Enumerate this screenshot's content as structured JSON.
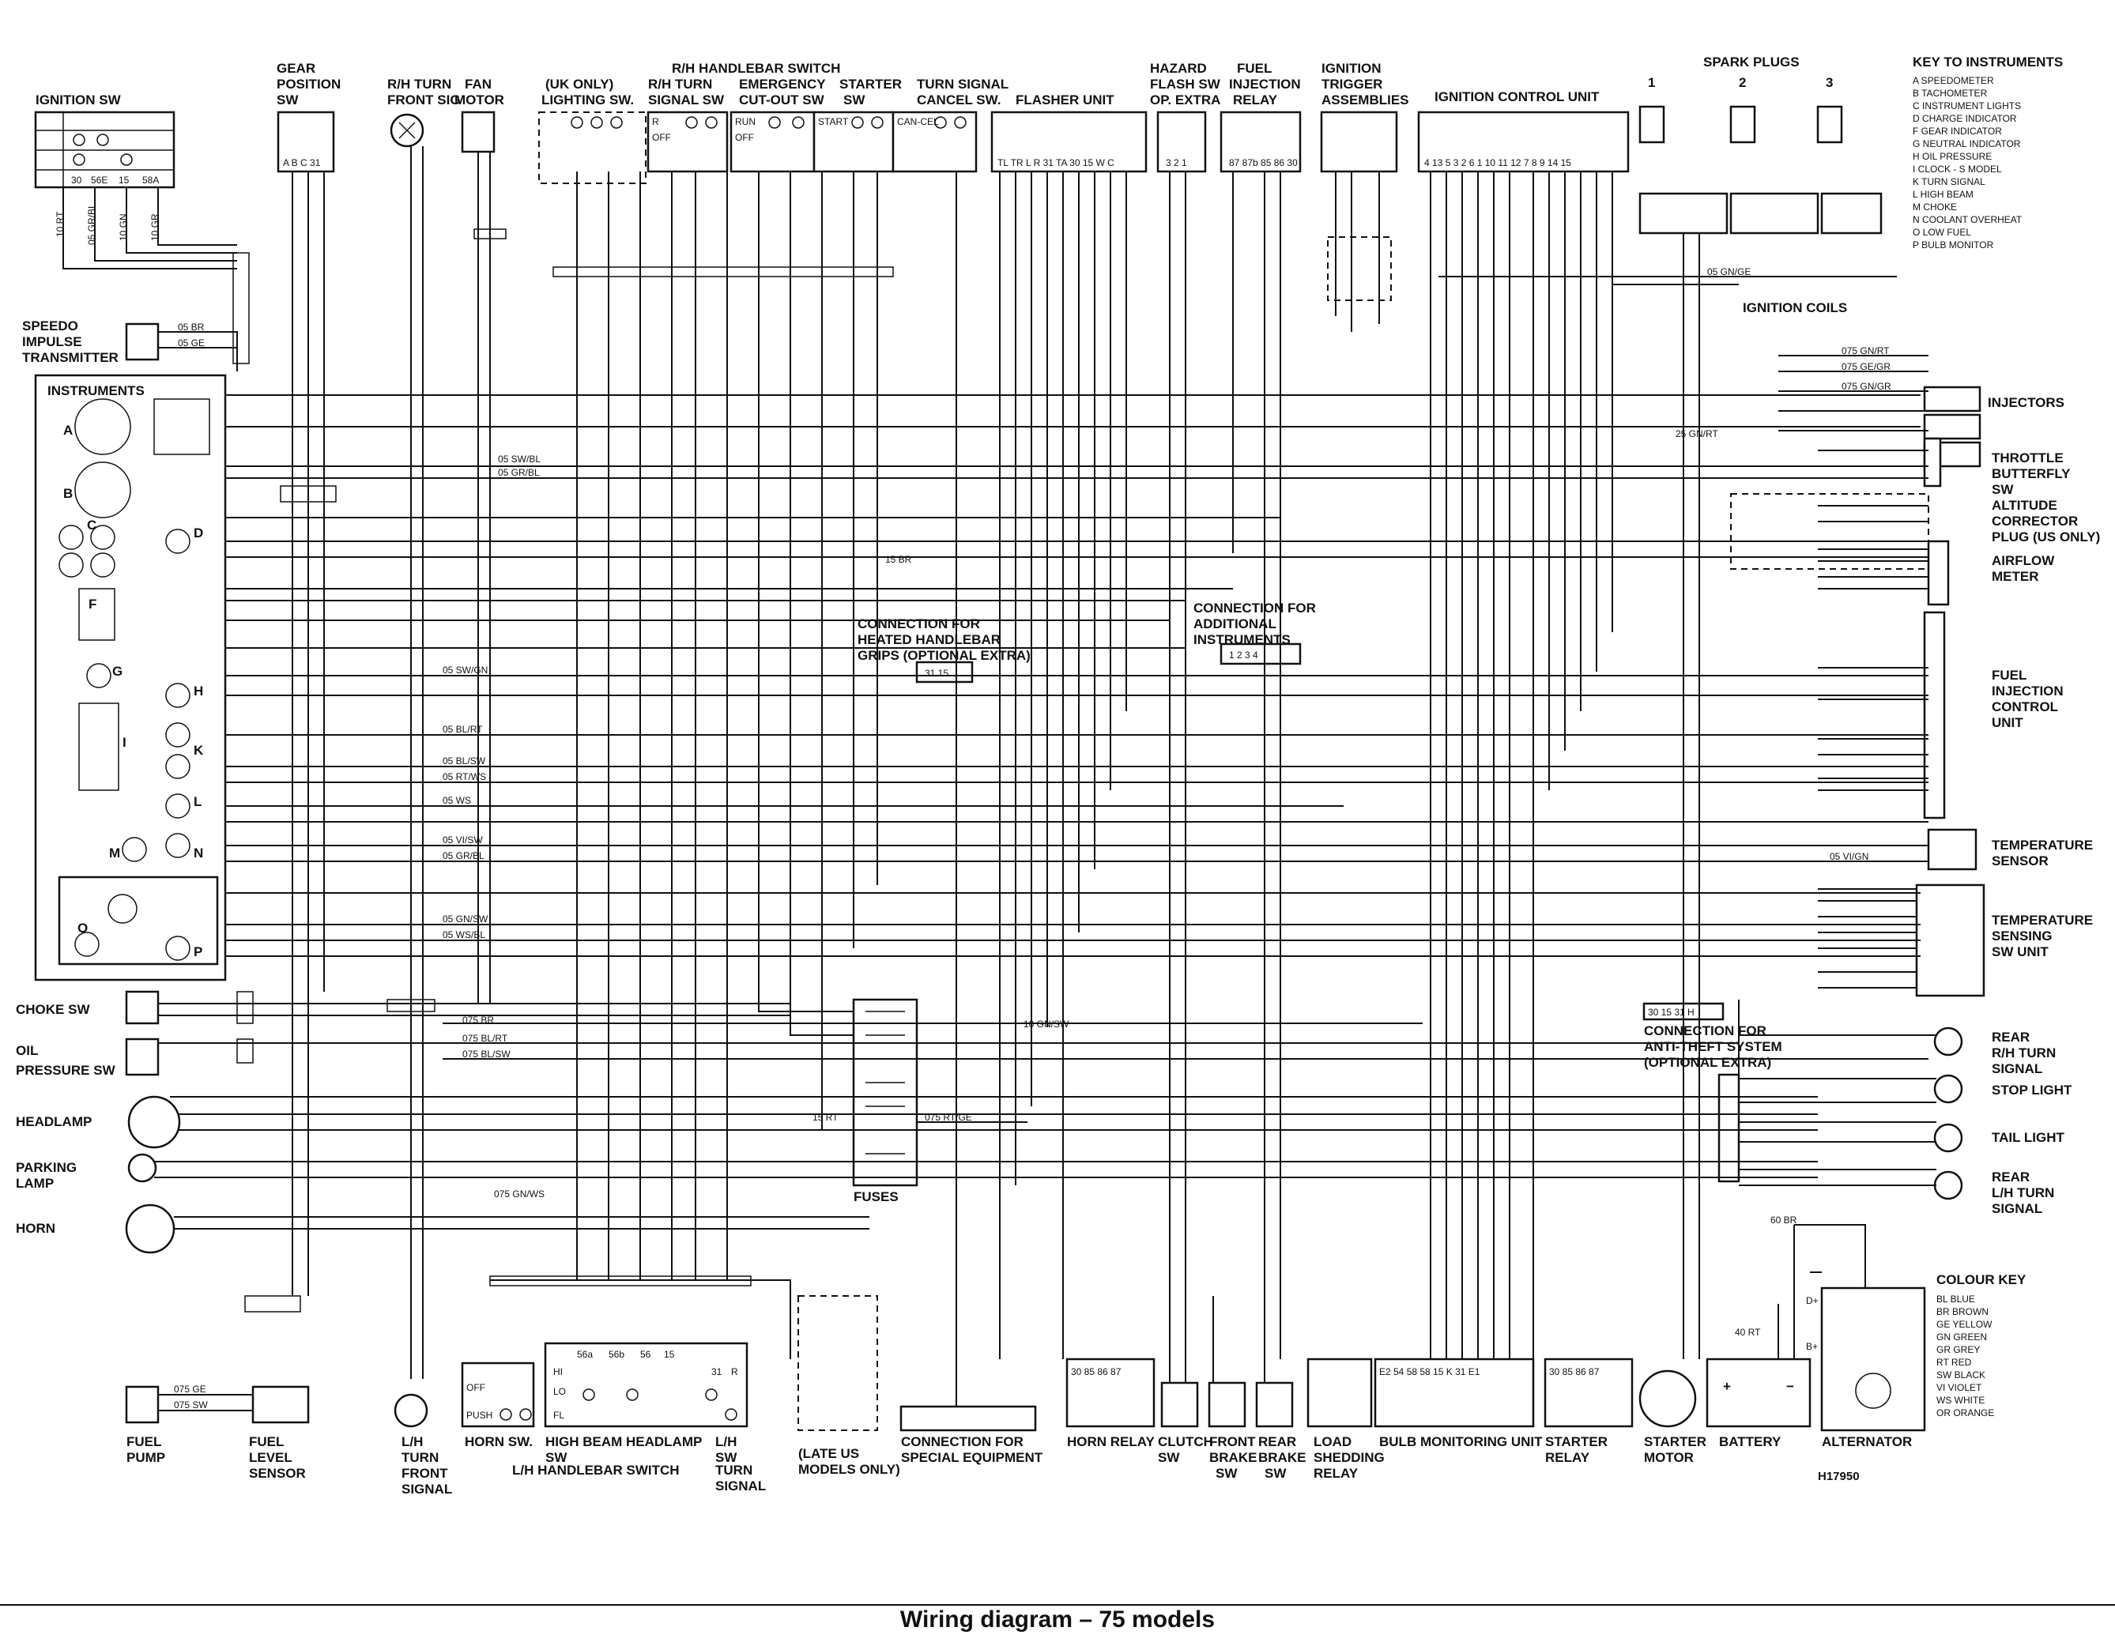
{
  "caption": "Wiring diagram – 75 models",
  "reference": "H17950",
  "labels": {
    "ignition_sw": "IGNITION SW",
    "gear_position_sw": "GEAR POSITION SW",
    "rh_turn_front_sig": "R/H TURN FRONT SIG",
    "fan_motor": "FAN MOTOR",
    "rh_handlebar_switch": "R/H HANDLEBAR SWITCH",
    "uk_only_lighting_sw": "(UK ONLY) LIGHTING SW",
    "rh_turn_signal_sw": "R/H TURN SIGNAL SW",
    "emergency_cutout_sw": "EMERGENCY CUT-OUT SW",
    "starter_sw": "STARTER SW",
    "turn_signal_cancel_sw": "TURN SIGNAL CANCEL SW",
    "flasher_unit": "FLASHER UNIT",
    "hazard_flash_sw": "HAZARD FLASH SW OP EXTRA",
    "fuel_injection_relay": "FUEL INJECTION RELAY",
    "ignition_trigger_assemblies": "IGNITION TRIGGER ASSEMBLIES",
    "ignition_control_unit": "IGNITION CONTROL UNIT",
    "spark_plugs": "SPARK PLUGS",
    "ignition_coils": "IGNITION COILS",
    "speedo_impulse_transmitter": "SPEEDO IMPULSE TRANSMITTER",
    "instruments": "INSTRUMENTS",
    "injectors": "INJECTORS",
    "throttle_butterfly_sw": "THROTTLE BUTTERFLY SW",
    "altitude_corrector_plug": "ALTITUDE CORRECTOR PLUG (US ONLY)",
    "airflow_meter": "AIRFLOW METER",
    "fuel_injection_control_unit": "FUEL INJECTION CONTROL UNIT",
    "temperature_sensor": "TEMPERATURE SENSOR",
    "temperature_sensing_sw_unit": "TEMPERATURE SENSING SW UNIT",
    "heated_grips": "CONNECTION FOR HEATED HANDLEBAR GRIPS (OPTIONAL EXTRA)",
    "additional_instruments": "CONNECTION FOR ADDITIONAL INSTRUMENTS",
    "anti_theft": "CONNECTION FOR ANTI-THEFT SYSTEM (OPTIONAL EXTRA)",
    "fuses": "FUSES",
    "rear_rh_turn_signal": "REAR R/H TURN SIGNAL",
    "stop_light": "STOP LIGHT",
    "tail_light": "TAIL LIGHT",
    "rear_lh_turn_signal": "REAR L/H TURN SIGNAL",
    "choke_sw": "CHOKE SW",
    "oil_pressure_sw": "OIL PRESSURE SW",
    "headlamp": "HEADLAMP",
    "parking_lamp": "PARKING LAMP",
    "horn": "HORN",
    "fuel_pump": "FUEL PUMP",
    "fuel_level_sensor": "FUEL LEVEL SENSOR",
    "lh_turn_front_signal": "L/H TURN FRONT SIGNAL",
    "horn_sw": "HORN SW",
    "high_beam_headlamp_sw": "HIGH BEAM HEADLAMP SW",
    "lh_handlebar_switch": "L/H HANDLEBAR SWITCH",
    "lh_sw_turn_signal": "L/H SW TURN SIGNAL",
    "late_us_models": "(LATE US MODELS ONLY)",
    "special_equipment": "CONNECTION FOR SPECIAL EQUIPMENT",
    "horn_relay": "HORN RELAY",
    "clutch_sw": "CLUTCH SW",
    "front_brake_sw": "FRONT BRAKE SW",
    "rear_brake_sw": "REAR BRAKE SW",
    "load_shedding_relay": "LOAD SHEDDING RELAY",
    "bulb_monitoring_unit": "BULB MONITORING UNIT",
    "starter_relay": "STARTER RELAY",
    "starter_motor": "STARTER MOTOR",
    "battery": "BATTERY",
    "alternator": "ALTERNATOR"
  },
  "key_to_instruments": {
    "title": "KEY TO INSTRUMENTS",
    "items": [
      "A SPEEDOMETER",
      "B TACHOMETER",
      "C INSTRUMENT LIGHTS",
      "D CHARGE INDICATOR",
      "F GEAR INDICATOR",
      "G NEUTRAL INDICATOR",
      "H OIL PRESSURE",
      "I CLOCK - S MODEL",
      "K TURN SIGNAL",
      "L HIGH BEAM",
      "M CHOKE",
      "N COOLANT OVERHEAT",
      "O LOW FUEL",
      "P BULB MONITOR"
    ]
  },
  "colour_key": {
    "title": "COLOUR KEY",
    "items": [
      "BL BLUE",
      "BR BROWN",
      "GE YELLOW",
      "GN GREEN",
      "GR GREY",
      "RT RED",
      "SW BLACK",
      "VI VIOLET",
      "WS WHITE",
      "OR ORANGE"
    ]
  },
  "instrument_letters": [
    "A",
    "B",
    "C",
    "D",
    "F",
    "G",
    "H",
    "I",
    "K",
    "L",
    "M",
    "N",
    "O",
    "P"
  ],
  "spark_plug_numbers": [
    "1",
    "2",
    "3"
  ],
  "wire_labels": {
    "w1": "10 RT",
    "w2": "05 GR/BL",
    "w3": "10 GN",
    "w4": "10 GR",
    "w5": "05 BR",
    "w6": "05 GE",
    "w7": "05 SW/BL",
    "w8": "05 GR/BL",
    "w9": "05 SW/GN",
    "w10": "05 BL/RT",
    "w11": "05 BL/SW",
    "w12": "05 RT/WS",
    "w13": "05 WS",
    "w14": "05 VI/SW",
    "w15": "05 GR/BL",
    "w16": "05 GN/SW",
    "w17": "05 WS/BL",
    "w18": "075 BR",
    "w19": "075 BL/RT",
    "w20": "075 BL/SW",
    "w21": "075 GN/WS",
    "w22": "15 BR",
    "w23": "25 GN/RT",
    "w24": "05 GN/GE",
    "w25": "075 GN/RT",
    "w26": "075 GE/GR",
    "w27": "075 GN/GR",
    "w28": "05 VI/GN",
    "w29": "15 RT",
    "w30": "075 RT/GE",
    "w31": "60 BR",
    "w32": "40 RT",
    "w33": "10 GN/SW",
    "w34": "075 GE",
    "w35": "075 SW"
  }
}
